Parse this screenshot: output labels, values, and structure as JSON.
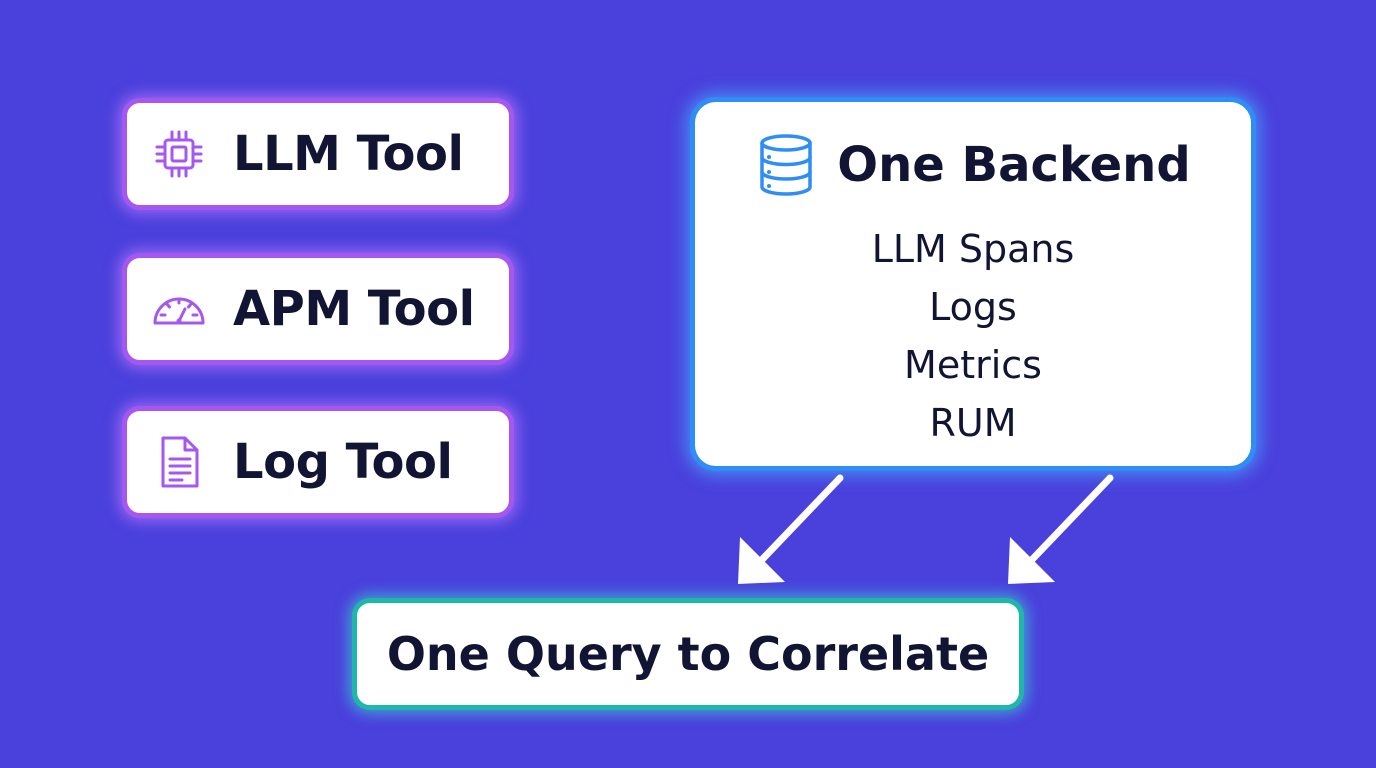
{
  "tools": [
    {
      "label": "LLM Tool",
      "icon": "chip-icon"
    },
    {
      "label": "APM Tool",
      "icon": "gauge-icon"
    },
    {
      "label": "Log Tool",
      "icon": "document-icon"
    }
  ],
  "backend": {
    "title": "One Backend",
    "icon": "database-icon",
    "items": [
      "LLM Spans",
      "Logs",
      "Metrics",
      "RUM"
    ]
  },
  "query": {
    "label": "One Query to Correlate"
  },
  "colors": {
    "background": "#4a40dc",
    "tool_border": "#a657f0",
    "backend_border": "#2f8ef5",
    "query_border": "#1fb7a8",
    "text": "#121433"
  }
}
